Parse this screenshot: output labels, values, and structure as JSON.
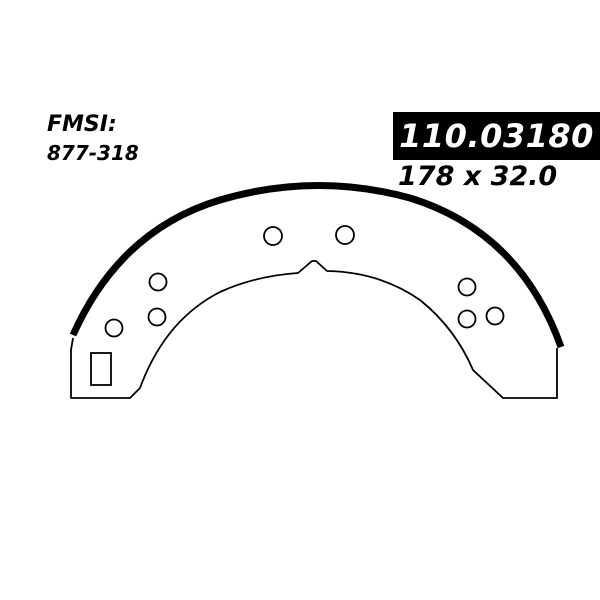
{
  "fmsi": {
    "label": "FMSI:",
    "value": "877-318"
  },
  "part": {
    "number": "110.03180",
    "dimensions": "178 x 32.0"
  }
}
